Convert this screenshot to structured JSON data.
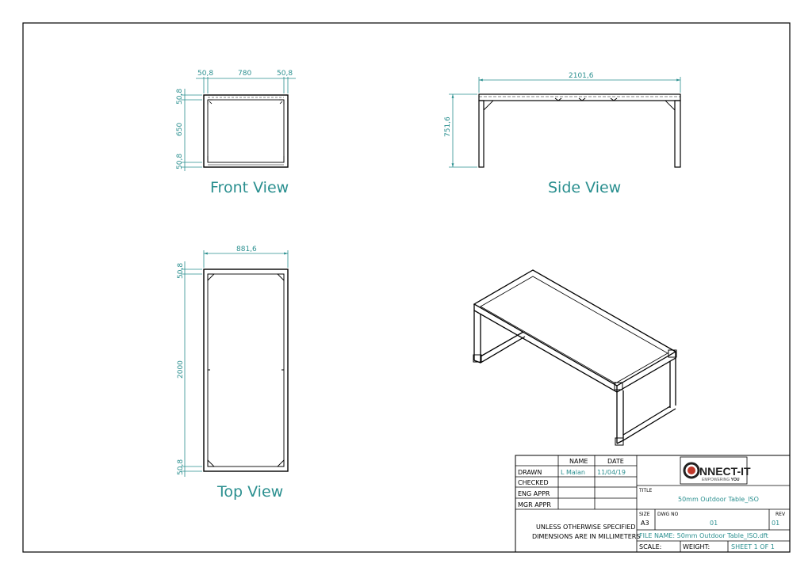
{
  "views": {
    "front": {
      "title": "Front View",
      "dim_top_left": "50,8",
      "dim_top_mid": "780",
      "dim_top_right": "50,8",
      "dim_left_top": "50,8",
      "dim_left_mid": "650",
      "dim_left_bottom": "50,8"
    },
    "side": {
      "title": "Side View",
      "dim_top": "2101,6",
      "dim_left": "751,6"
    },
    "top": {
      "title": "Top View",
      "dim_top": "881,6",
      "dim_left_top": "50,8",
      "dim_left_mid": "2000",
      "dim_left_bottom": "50,8"
    }
  },
  "title_block": {
    "col_name": "NAME",
    "col_date": "DATE",
    "rows": [
      {
        "label": "DRAWN",
        "name": "L Malan",
        "date": "11/04/19"
      },
      {
        "label": "CHECKED",
        "name": "",
        "date": ""
      },
      {
        "label": "ENG APPR",
        "name": "",
        "date": ""
      },
      {
        "label": "MGR APPR",
        "name": "",
        "date": ""
      }
    ],
    "note_line1": "UNLESS OTHERWISE SPECIFIED",
    "note_line2": "DIMENSIONS ARE IN MILLIMETERS",
    "logo_text": "NNECT-IT",
    "logo_tagline_a": "EMPOWERING ",
    "logo_tagline_b": "YOU",
    "title_label": "TITLE",
    "title_value": "50mm Outdoor Table_ISO",
    "size_label": "SIZE",
    "size_value": "A3",
    "dwg_label": "DWG NO",
    "dwg_value": "01",
    "rev_label": "REV",
    "rev_value": "01",
    "file_name": "FILE NAME: 50mm Outdoor Table_ISO.dft",
    "scale_label": "SCALE:",
    "weight_label": "WEIGHT:",
    "sheet": "SHEET 1 OF 1"
  },
  "colors": {
    "dimension": "#2a8f8f",
    "line": "#000000",
    "logo_accent": "#c0392b"
  }
}
